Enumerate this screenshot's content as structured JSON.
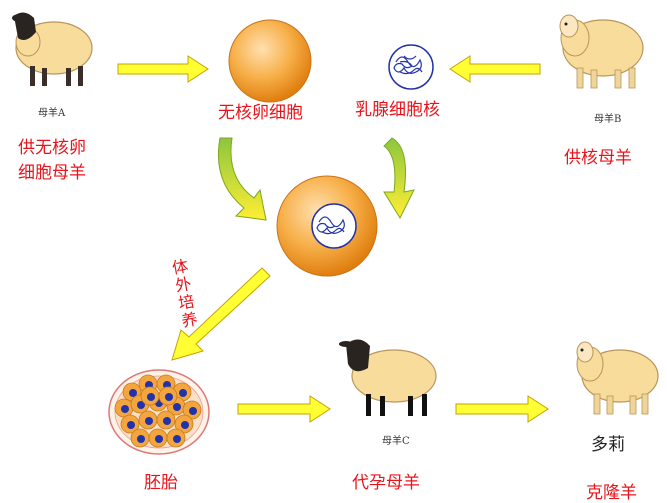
{
  "labels": {
    "sheep_a": "母羊A",
    "sheep_b": "母羊B",
    "sheep_c": "母羊C",
    "enucleated_egg": "无核卵细胞",
    "mammary_nucleus": "乳腺细胞核",
    "egg_donor": "供无核卵细胞母羊",
    "egg_donor_line1": "供无核卵",
    "egg_donor_line2": "细胞母羊",
    "nucleus_donor": "供核母羊",
    "in_vitro_culture": "体外培养",
    "embryo": "胚胎",
    "surrogate": "代孕母羊",
    "dolly": "多莉",
    "clone_sheep": "克隆羊"
  },
  "colors": {
    "label_red": "#e8141c",
    "arrow_fill": "#ffff33",
    "arrow_stroke": "#c8a000",
    "curve_green": "#9acd32",
    "egg_orange": "#f5a623",
    "nucleus_blue": "#2233aa",
    "wool": "#f7dc9b",
    "sheep_face": "#2a2420"
  }
}
